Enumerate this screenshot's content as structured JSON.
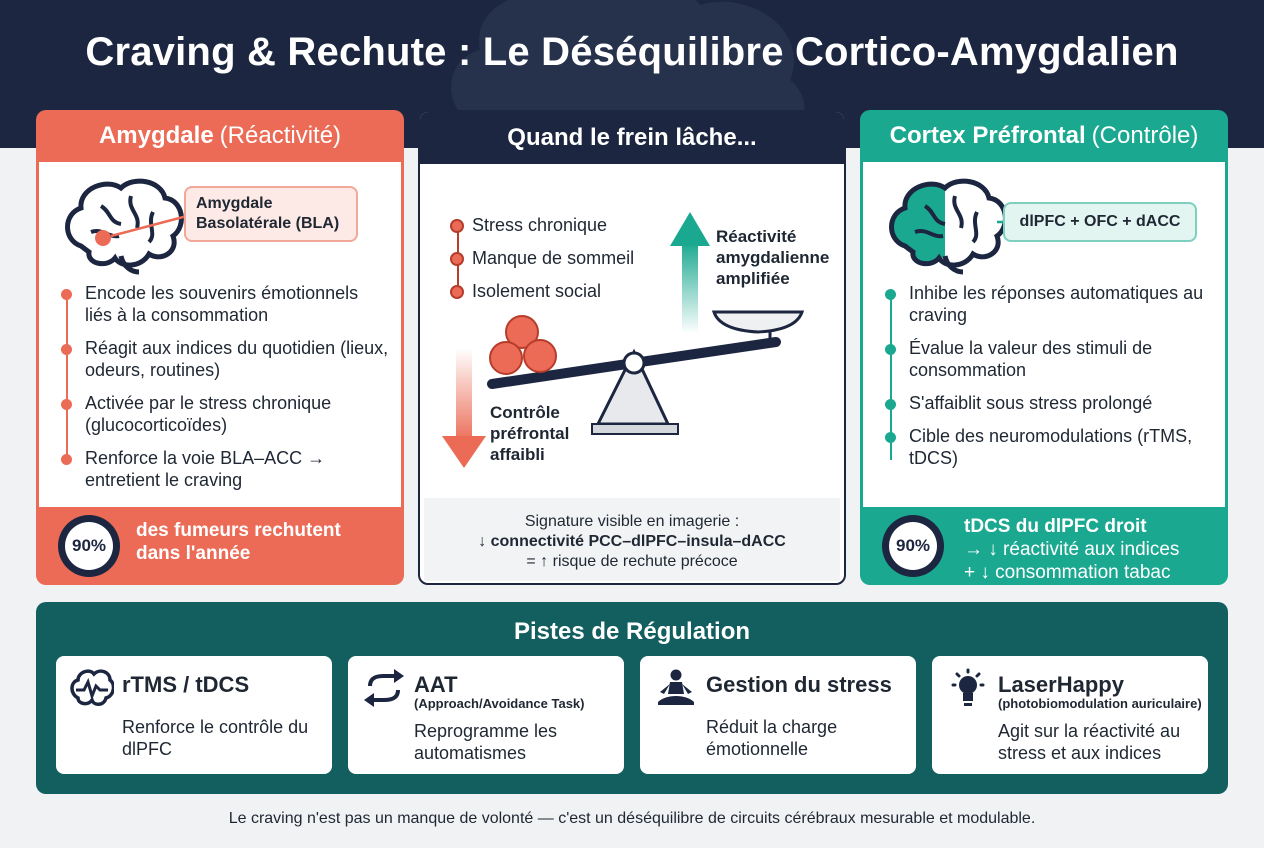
{
  "title": "Craving & Rechute : Le Déséquilibre Cortico-Amygdalien",
  "left": {
    "head_bold": "Amygdale",
    "head_light": "(Réactivité)",
    "tag": "Amygdale Basolatérale (BLA)",
    "items": [
      "Encode les souvenirs émotionnels liés à la consommation",
      "Réagit aux indices du quotidien (lieux, odeurs, routines)",
      "Activée par le stress chronique (glucocorticoïdes)",
      "Renforce la voie BLA–ACC → entretient le craving"
    ],
    "gauge": "90%",
    "foot": "des fumeurs rechutent dans l'année"
  },
  "middle": {
    "head": "Quand le frein lâche...",
    "factors": [
      "Stress chronique",
      "Manque de sommeil",
      "Isolement social"
    ],
    "up_label": "Réactivité amygdalienne amplifiée",
    "down_label": "Contrôle préfrontal affaibli",
    "sig_line1": "Signature visible en imagerie :",
    "sig_line2": "↓ connectivité PCC–dlPFC–insula–dACC",
    "sig_line3": "= ↑ risque de rechute précoce"
  },
  "right": {
    "head_bold": "Cortex Préfrontal",
    "head_light": "(Contrôle)",
    "tag": "dlPFC + OFC + dACC",
    "items": [
      "Inhibe les réponses automatiques au craving",
      "Évalue la valeur des stimuli de consommation",
      "S'affaiblit sous stress prolongé",
      "Cible des neuromodulations (rTMS, tDCS)"
    ],
    "gauge": "90%",
    "foot_bold": "tDCS du dlPFC droit",
    "foot_line2": "→ ↓ réactivité aux indices",
    "foot_line3": "+ ↓ consommation tabac"
  },
  "bottom": {
    "title": "Pistes de Régulation",
    "cards": [
      {
        "title": "rTMS / tDCS",
        "sub": "",
        "desc": "Renforce le contrôle du dlPFC",
        "icon": "brain-pulse-icon"
      },
      {
        "title": "AAT",
        "sub": "(Approach/Avoidance Task)",
        "desc": "Reprogramme les automatismes",
        "icon": "cycle-arrows-icon"
      },
      {
        "title": "Gestion du stress",
        "sub": "",
        "desc": "Réduit la charge émotionnelle",
        "icon": "meditation-icon"
      },
      {
        "title": "LaserHappy",
        "sub": "(photobiomodulation auriculaire)",
        "desc": "Agit sur la réactivité au stress et aux indices",
        "icon": "lightbulb-icon"
      }
    ]
  },
  "footer": "Le craving n'est pas un manque de volonté — c'est un déséquilibre de circuits cérébraux mesurable et modulable."
}
